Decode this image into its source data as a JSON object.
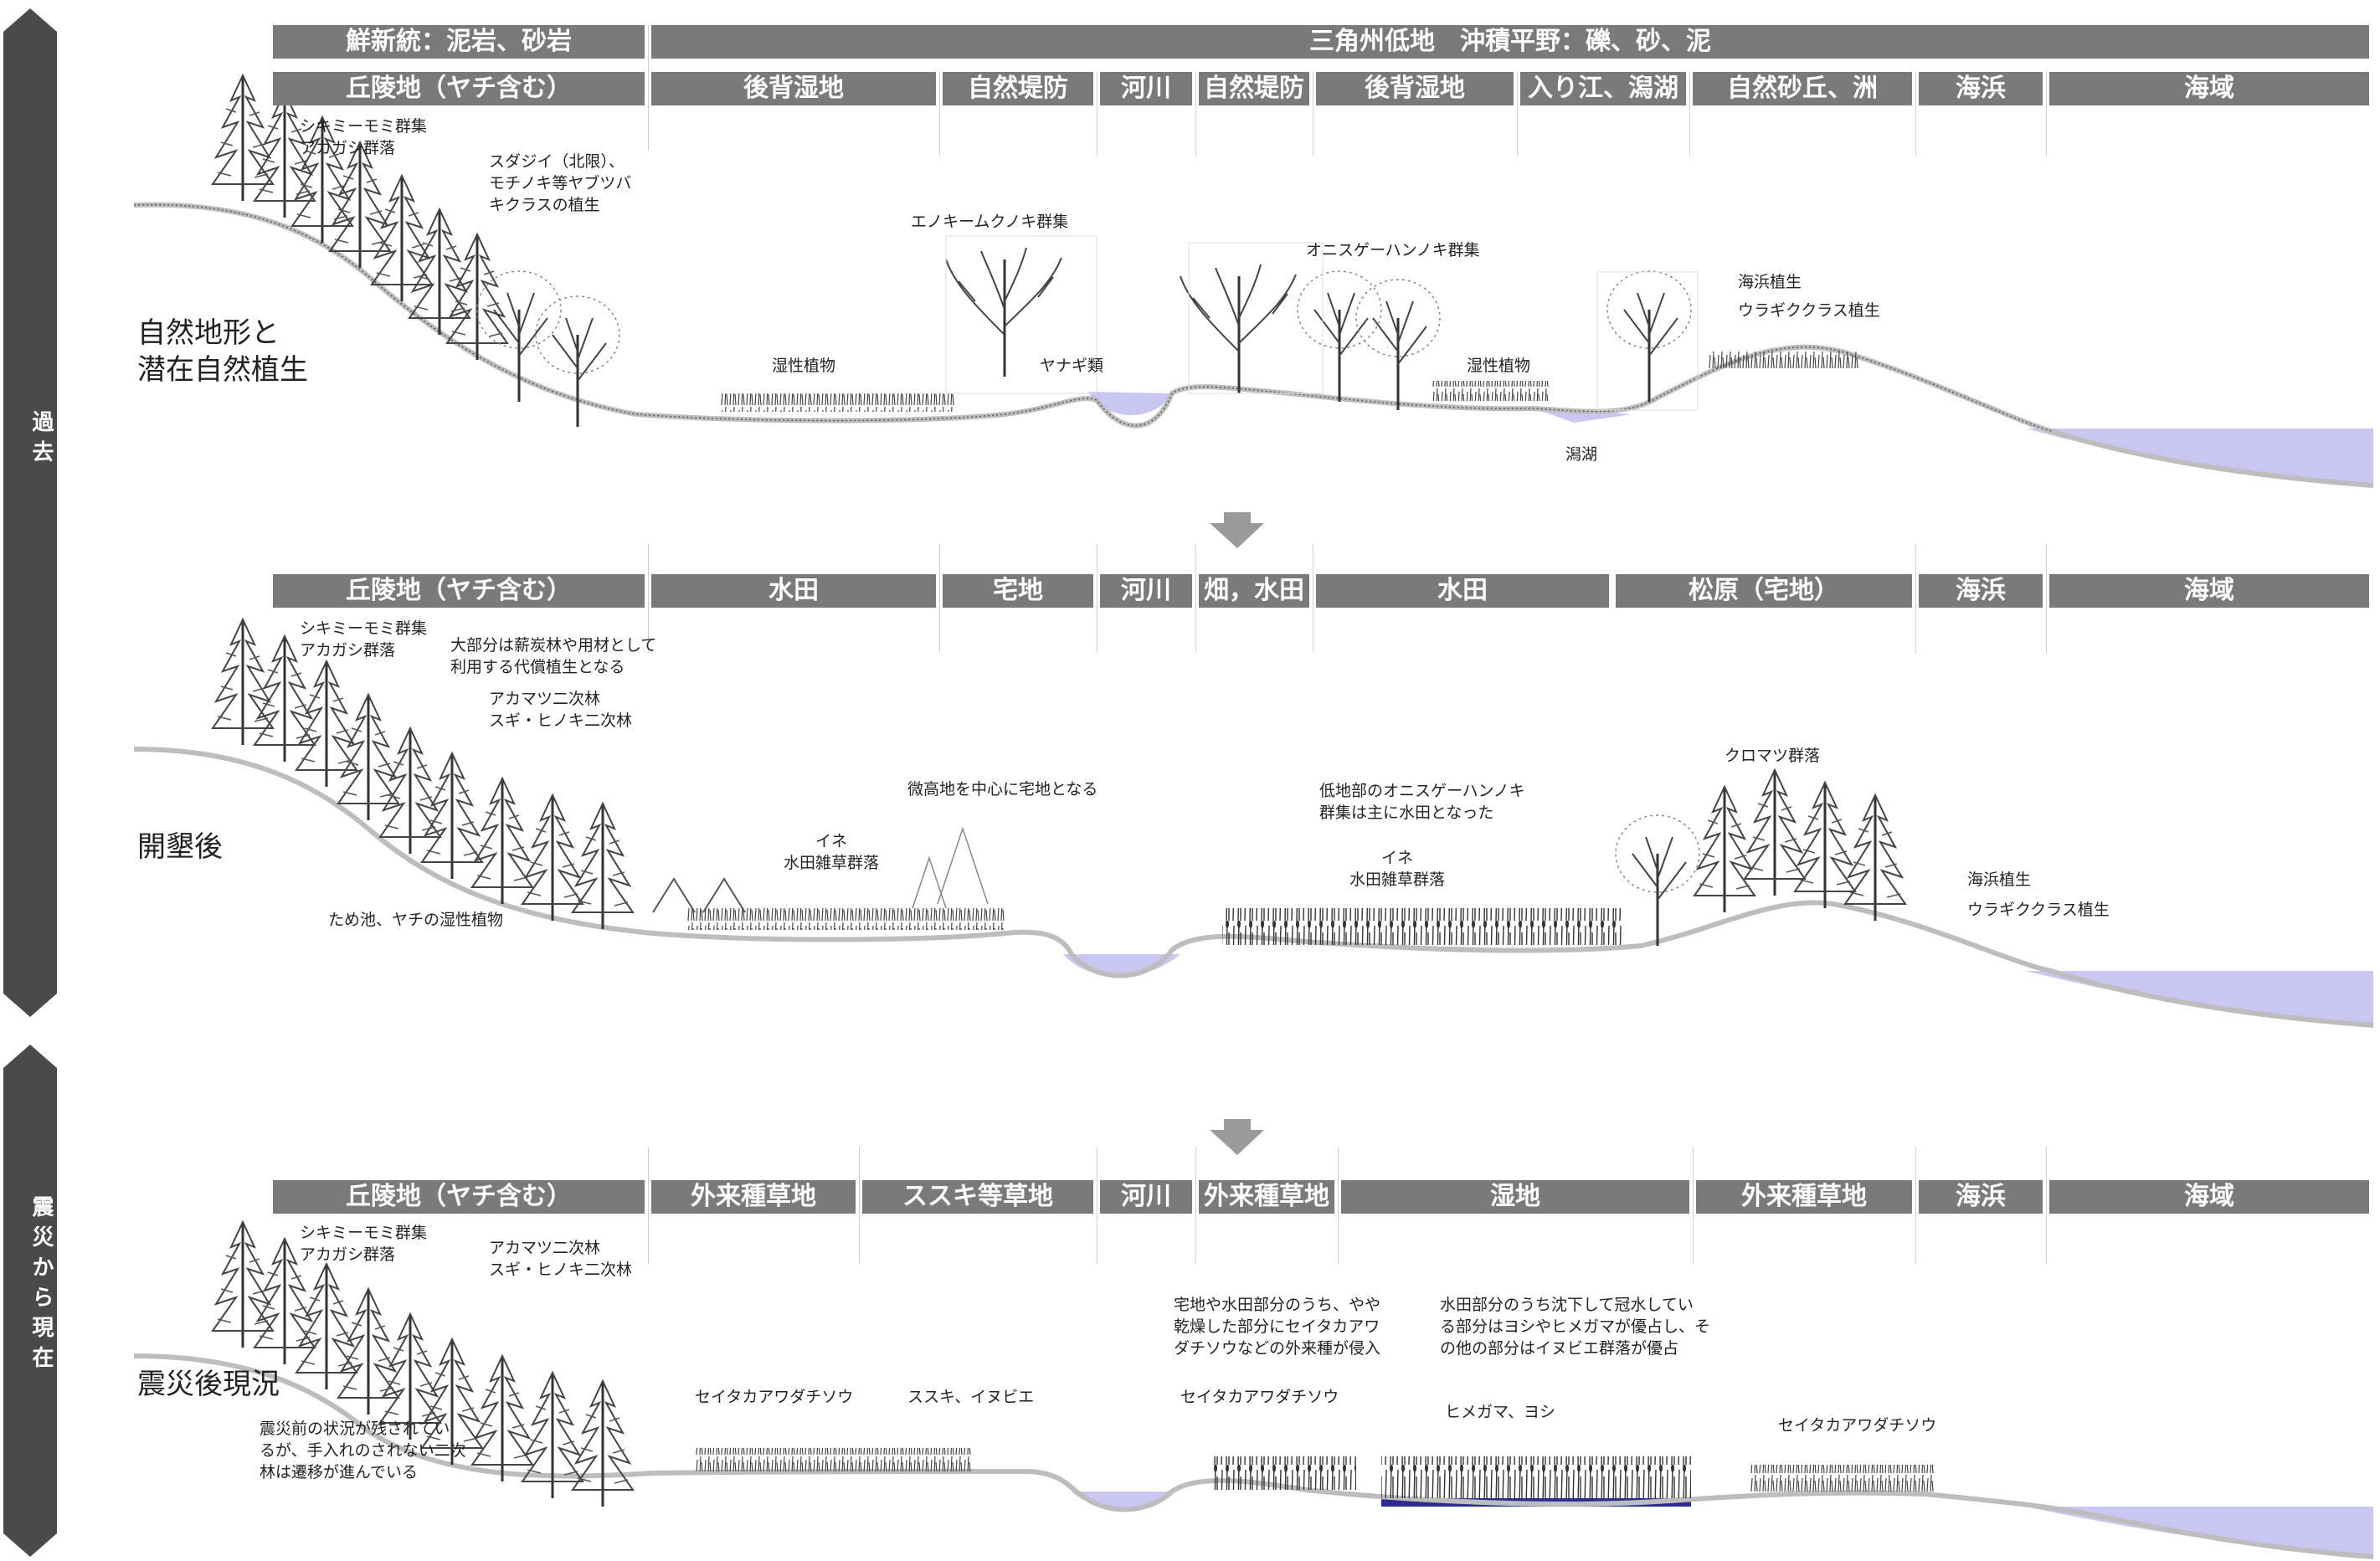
{
  "side_tabs": {
    "past": "過去",
    "present": "震災から現在"
  },
  "panel1": {
    "geology": {
      "left": "鮮新統：泥岩、砂岩",
      "right": "三角州低地　沖積平野：礫、砂、泥"
    },
    "zones": [
      "丘陵地（ヤチ含む）",
      "後背湿地",
      "自然堤防",
      "河川",
      "自然堤防",
      "後背湿地",
      "入り江、潟湖",
      "自然砂丘、洲",
      "海浜",
      "海域"
    ],
    "title": [
      "自然地形と",
      "潜在自然植生"
    ],
    "labels": {
      "shiki": [
        "シキミーモミ群集",
        "アカガシ群落"
      ],
      "sudajii": [
        "スダジイ（北限）、",
        "モチノキ等ヤブツバ",
        "キクラスの植生"
      ],
      "enoki": "エノキームクノキ群集",
      "shitsusei1": "湿性植物",
      "yanagi": "ヤナギ類",
      "onisuge": "オニスゲーハンノキ群集",
      "shitsusei2": "湿性植物",
      "sekiko": "潟湖",
      "kaihin": "海浜植生",
      "uragiku": "ウラギククラス植生"
    }
  },
  "panel2": {
    "zones": [
      "丘陵地（ヤチ含む）",
      "水田",
      "宅地",
      "河川",
      "畑，水田",
      "水田",
      "松原（宅地）",
      "海浜",
      "海域"
    ],
    "title": "開墾後",
    "labels": {
      "shiki": [
        "シキミーモミ群集",
        "アカガシ群落"
      ],
      "daibubun": [
        "大部分は薪炭林や用材として",
        "利用する代償植生となる"
      ],
      "akamatsu": [
        "アカマツ二次林",
        "スギ・ヒノキ二次林"
      ],
      "bikouchi": "微高地を中心に宅地となる",
      "ine1": [
        "イネ",
        "水田雑草群落"
      ],
      "teichi": [
        "低地部のオニスゲーハンノキ",
        "群集は主に水田となった"
      ],
      "ine2": [
        "イネ",
        "水田雑草群落"
      ],
      "kuromatsu": "クロマツ群落",
      "kaihin": "海浜植生",
      "uragiku": "ウラギククラス植生",
      "tameike": "ため池、ヤチの湿性植物"
    }
  },
  "panel3": {
    "zones": [
      "丘陵地（ヤチ含む）",
      "外来種草地",
      "ススキ等草地",
      "河川",
      "外来種草地",
      "湿地",
      "外来種草地",
      "海浜",
      "海域"
    ],
    "title": "震災後現況",
    "labels": {
      "shiki": [
        "シキミーモミ群集",
        "アカガシ群落"
      ],
      "akamatsu": [
        "アカマツ二次林",
        "スギ・ヒノキ二次林"
      ],
      "shinsaimae": [
        "震災前の状況が残されてい",
        "るが、手入れのされない二次",
        "林は遷移が進んでいる"
      ],
      "seitaka1": "セイタカアワダチソウ",
      "susuki": "ススキ、イヌビエ",
      "takuchi": [
        "宅地や水田部分のうち、やや",
        "乾燥した部分にセイタカアワ",
        "ダチソウなどの外来種が侵入"
      ],
      "seitaka2": "セイタカアワダチソウ",
      "suiden": [
        "水田部分のうち沈下して冠水してい",
        "る部分はヨシやヒメガマが優占し、そ",
        "の他の部分はイヌビエ群落が優占"
      ],
      "himegama": "ヒメガマ、ヨシ",
      "seitaka3": "セイタカアワダチソウ"
    }
  },
  "colors": {
    "bar": "#7a7a7a",
    "tab": "#4a4a4a",
    "water": "#c9c6f2",
    "ground": "#bdbdbd"
  }
}
